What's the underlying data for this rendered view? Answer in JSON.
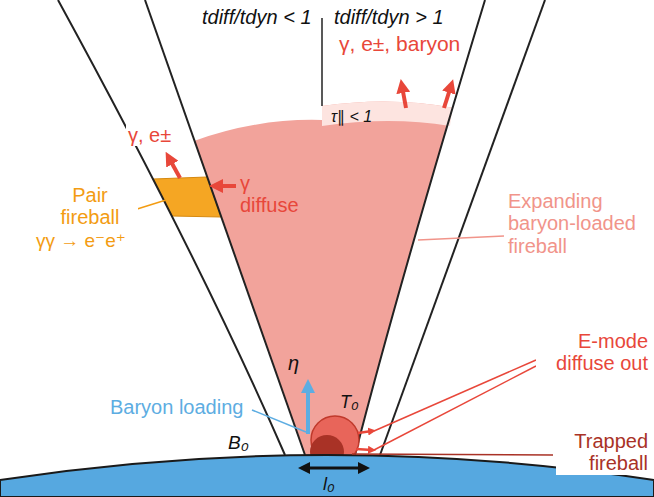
{
  "diagram": {
    "labels": [
      "tdiff/tdyn < 1",
      "tdiff/tdyn > 1",
      "γ, e±, baryon",
      "τ∥ < 1",
      "γ, e±",
      "γ diffuse",
      "Pair fireball",
      "γγ → e⁻e⁺",
      "Expanding baryon-loaded fireball",
      "E-mode diffuse out",
      "Baryon loading",
      "η",
      "T₀",
      "Trapped fireball",
      "B₀",
      "l₀"
    ]
  }
}
